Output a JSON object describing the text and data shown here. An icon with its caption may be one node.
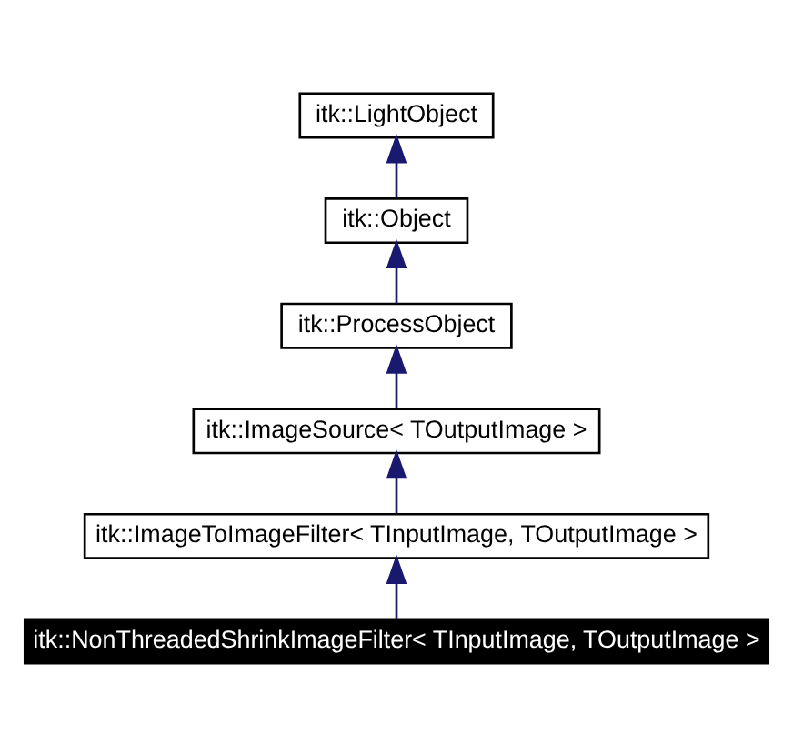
{
  "diagram": {
    "nodes": [
      {
        "text": [
          "itk::LightObject"
        ]
      },
      {
        "text": [
          "itk::Object"
        ]
      },
      {
        "text": [
          "itk::ProcessObject"
        ]
      },
      {
        "text": [
          "itk::ImageSource< TOutputImage >"
        ]
      },
      {
        "text": [
          "itk::ImageToImageFilter< TInputImage, TOutputImage >"
        ]
      },
      {
        "text": [
          "itk::NonThreadedShrinkImageFilter< TInputImage, TOutputImage >"
        ]
      }
    ],
    "edges": [
      {
        "from": 1,
        "to": 0,
        "arrow": "to"
      },
      {
        "from": 2,
        "to": 1,
        "arrow": "to"
      },
      {
        "from": 3,
        "to": 2,
        "arrow": "to"
      },
      {
        "from": 4,
        "to": 3,
        "arrow": "to"
      },
      {
        "from": 5,
        "to": 4,
        "arrow": "to"
      }
    ]
  }
}
